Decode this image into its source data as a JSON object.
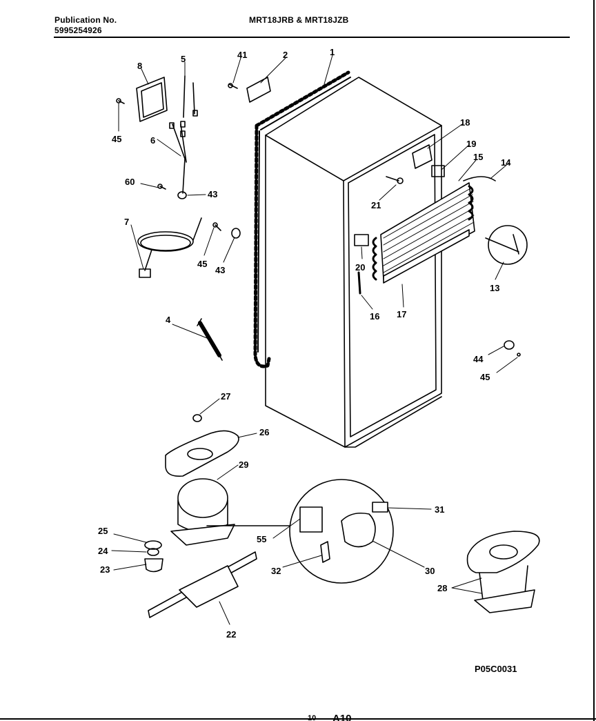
{
  "header": {
    "publication_label": "Publication No.",
    "publication_number": "5995254926",
    "models": "MRT18JRB & MRT18JZB"
  },
  "diagram_code": "P05C0031",
  "footer": {
    "page_small": "10",
    "page_big": "A10"
  },
  "callouts": [
    {
      "id": "c1",
      "text": "1"
    },
    {
      "id": "c2",
      "text": "2"
    },
    {
      "id": "c41",
      "text": "41"
    },
    {
      "id": "c8",
      "text": "8"
    },
    {
      "id": "c5",
      "text": "5"
    },
    {
      "id": "c45a",
      "text": "45"
    },
    {
      "id": "c6",
      "text": "6"
    },
    {
      "id": "c60",
      "text": "60"
    },
    {
      "id": "c43a",
      "text": "43"
    },
    {
      "id": "c7",
      "text": "7"
    },
    {
      "id": "c45b",
      "text": "45"
    },
    {
      "id": "c43b",
      "text": "43"
    },
    {
      "id": "c18",
      "text": "18"
    },
    {
      "id": "c19",
      "text": "19"
    },
    {
      "id": "c15",
      "text": "15"
    },
    {
      "id": "c14",
      "text": "14"
    },
    {
      "id": "c21",
      "text": "21"
    },
    {
      "id": "c20",
      "text": "20"
    },
    {
      "id": "c13",
      "text": "13"
    },
    {
      "id": "c16",
      "text": "16"
    },
    {
      "id": "c17",
      "text": "17"
    },
    {
      "id": "c4",
      "text": "4"
    },
    {
      "id": "c44",
      "text": "44"
    },
    {
      "id": "c45c",
      "text": "45"
    },
    {
      "id": "c27",
      "text": "27"
    },
    {
      "id": "c26",
      "text": "26"
    },
    {
      "id": "c29",
      "text": "29"
    },
    {
      "id": "c31",
      "text": "31"
    },
    {
      "id": "c55",
      "text": "55"
    },
    {
      "id": "c25",
      "text": "25"
    },
    {
      "id": "c24",
      "text": "24"
    },
    {
      "id": "c23",
      "text": "23"
    },
    {
      "id": "c32",
      "text": "32"
    },
    {
      "id": "c30",
      "text": "30"
    },
    {
      "id": "c28",
      "text": "28"
    },
    {
      "id": "c22",
      "text": "22"
    }
  ]
}
